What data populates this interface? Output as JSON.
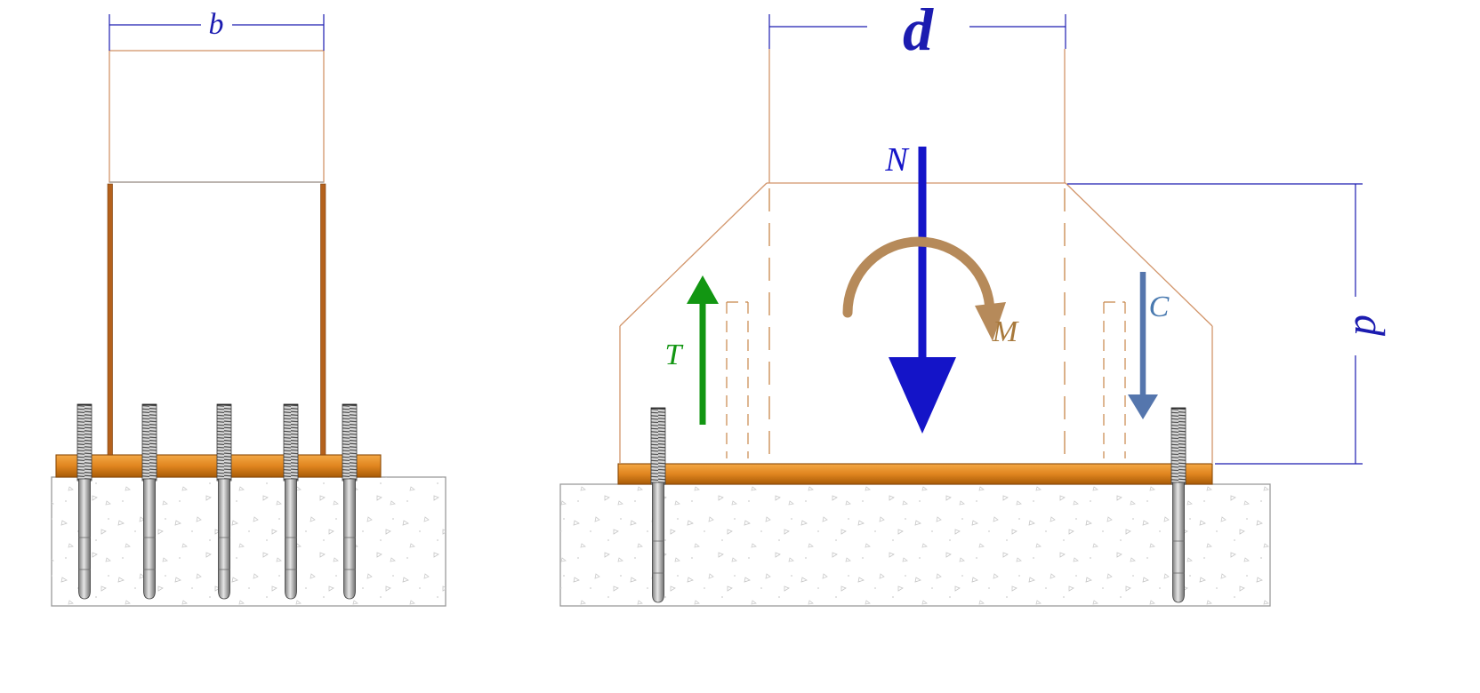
{
  "diagram": {
    "type": "column-base-plate-anchor-bolt-connection",
    "left_view": {
      "width_dimension": "b",
      "anchor_bolt_count": 5
    },
    "right_view": {
      "top_dimension": "d",
      "side_dimension": "d",
      "forces": {
        "axial": "N",
        "moment": "M",
        "tension": "T",
        "compression": "C"
      },
      "anchor_bolt_count": 2
    },
    "colors": {
      "dimension_blue": "#1c1cb0",
      "axial_blue": "#1414c8",
      "tension_green": "#129612",
      "moment_bronze": "#b68a5a",
      "compression_steel_blue": "#5576ad",
      "steel_outline_tan": "#d2956a",
      "plate_orange": "#e0851f",
      "flange_brown": "#b4611c",
      "concrete_edge_gray": "#9a9a9a",
      "bolt_gray": "#8f8f8f"
    }
  }
}
